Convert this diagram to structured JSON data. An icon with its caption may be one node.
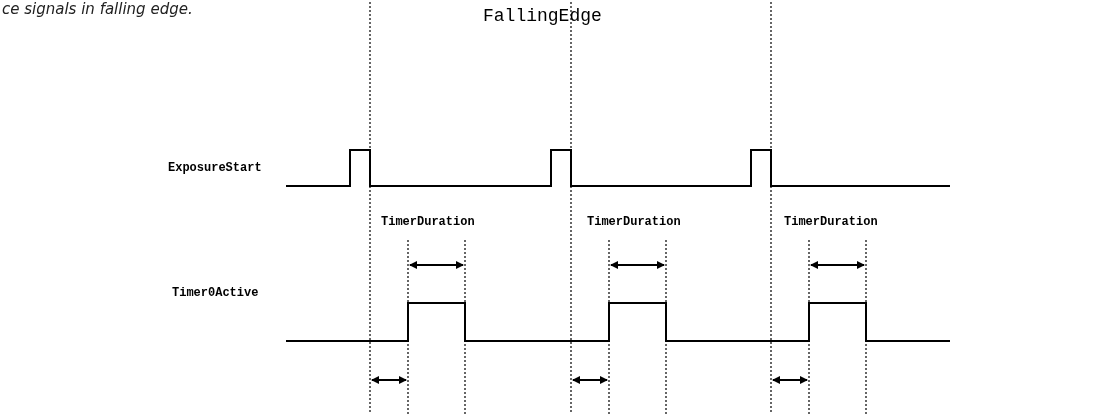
{
  "diagram": {
    "title": "FallingEdge",
    "labels": [
      "ce signals in falling edge.",
      "ExposureStart",
      "TimerDuration",
      "TimerDuration",
      "TimerDuration",
      "Timer0Active"
    ]
  }
}
